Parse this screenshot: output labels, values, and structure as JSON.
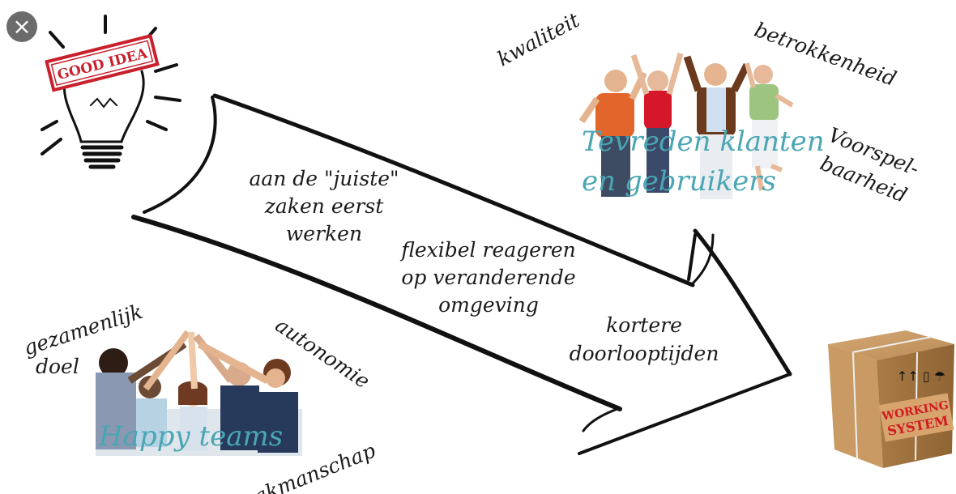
{
  "close_icon": "×",
  "bulb_stamp": "GOOD IDEA",
  "box_stamp": [
    "WORKING",
    "SYSTEM"
  ],
  "box_symbols": "↑↑ ▯ ☂",
  "customers_label": [
    "Tevreden klanten",
    "en gebruikers"
  ],
  "teams_label": "Happy teams",
  "words": {
    "kwaliteit": "kwaliteit",
    "betrokkenheid": "betrokkenheid",
    "voorspel": "Voorspel-",
    "baarheid": "baarheid",
    "juiste": [
      "aan de \"juiste\"",
      "zaken eerst",
      "werken"
    ],
    "flexibel": [
      "flexibel reageren",
      "op veranderende",
      "omgeving"
    ],
    "kortere": [
      "kortere",
      "doorlooptijden"
    ],
    "gezamenlijk": [
      "gezamenlijk",
      "doel"
    ],
    "autonomie": "autonomie",
    "vakmanschap": "vakmanschap"
  },
  "colors": {
    "teal_label": "#4aa6b3",
    "stamp_red": "#c8202c",
    "box_brown": "#b98b56"
  }
}
